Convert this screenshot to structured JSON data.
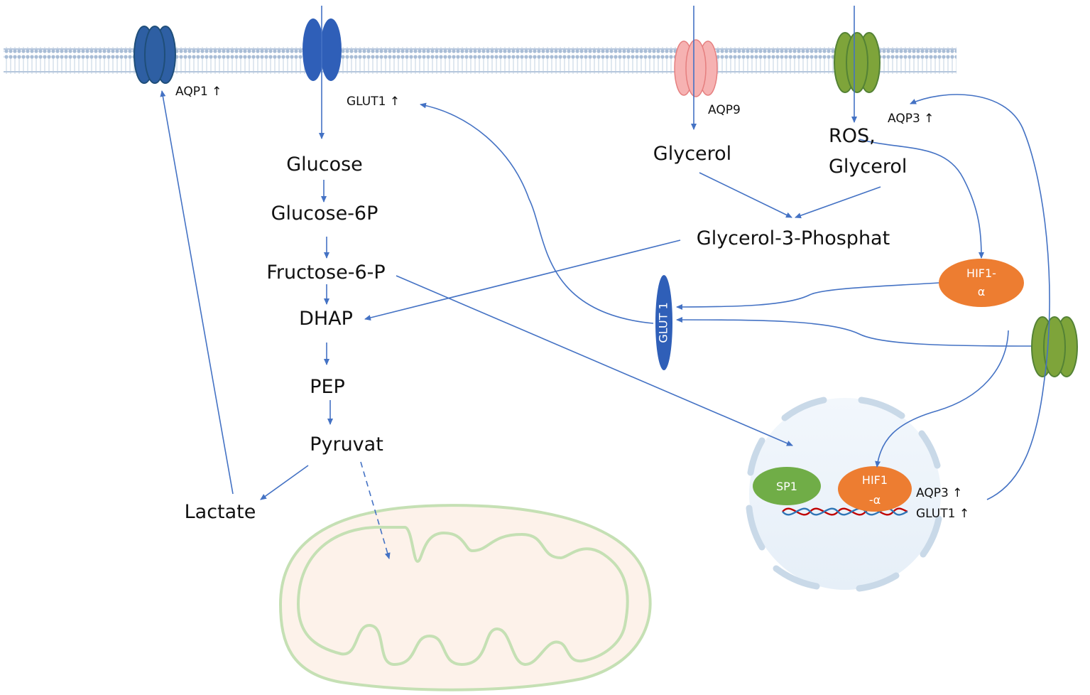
{
  "transporters": {
    "aqp1": "AQP1 ↑",
    "glut1_top": "GLUT1 ↑",
    "aqp9": "AQP9",
    "aqp3_top": "AQP3 ↑",
    "glut1_vertical": "GLUT 1"
  },
  "metabolites": {
    "glucose": "Glucose",
    "glucose_6p": "Glucose-6P",
    "fructose_6p": "Fructose-6-P",
    "dhap": "DHAP",
    "pep": "PEP",
    "pyruvat": "Pyruvat",
    "lactate": "Lactate",
    "glycerol": "Glycerol",
    "ros": "ROS,",
    "ros_glycerol": "Glycerol",
    "glycerol_3_phosphat": "Glycerol-3-Phosphat"
  },
  "factors": {
    "hif1a_cyto_line1": "HIF1-",
    "hif1a_cyto_line2": "α",
    "sp1": "SP1",
    "hif1a_nuc_line1": "HIF1",
    "hif1a_nuc_line2": "-α"
  },
  "nucleus_targets": {
    "aqp3": "AQP3 ↑",
    "glut1": "GLUT1 ↑"
  },
  "colors": {
    "arrow": "#4472c4",
    "aqp1": "#2e5fa3",
    "glut1": "#2f5fb8",
    "aqp9": "#f6b2b2",
    "aqp3": "#7ea43a",
    "hif1a": "#ed7d31",
    "sp1": "#70ad47",
    "membrane": "#b5c6dc",
    "mitochondrion": "#c5e0b4"
  }
}
